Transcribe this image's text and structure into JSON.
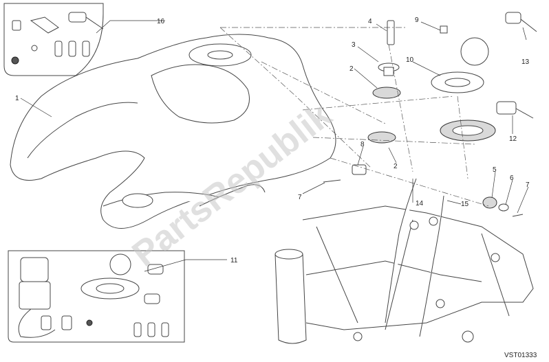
{
  "diagram": {
    "reference_code": "VST01333",
    "watermark": "PartsRepublik",
    "callouts": [
      {
        "id": "c1",
        "label": "1"
      },
      {
        "id": "c2a",
        "label": "2"
      },
      {
        "id": "c2b",
        "label": "2"
      },
      {
        "id": "c3",
        "label": "3"
      },
      {
        "id": "c4",
        "label": "4"
      },
      {
        "id": "c5",
        "label": "5"
      },
      {
        "id": "c6",
        "label": "6"
      },
      {
        "id": "c7a",
        "label": "7"
      },
      {
        "id": "c7b",
        "label": "7"
      },
      {
        "id": "c8",
        "label": "8"
      },
      {
        "id": "c9",
        "label": "9"
      },
      {
        "id": "c10",
        "label": "10"
      },
      {
        "id": "c11",
        "label": "11"
      },
      {
        "id": "c12",
        "label": "12"
      },
      {
        "id": "c13",
        "label": "13"
      },
      {
        "id": "c14",
        "label": "14"
      },
      {
        "id": "c15",
        "label": "15"
      },
      {
        "id": "c16",
        "label": "16"
      }
    ]
  }
}
